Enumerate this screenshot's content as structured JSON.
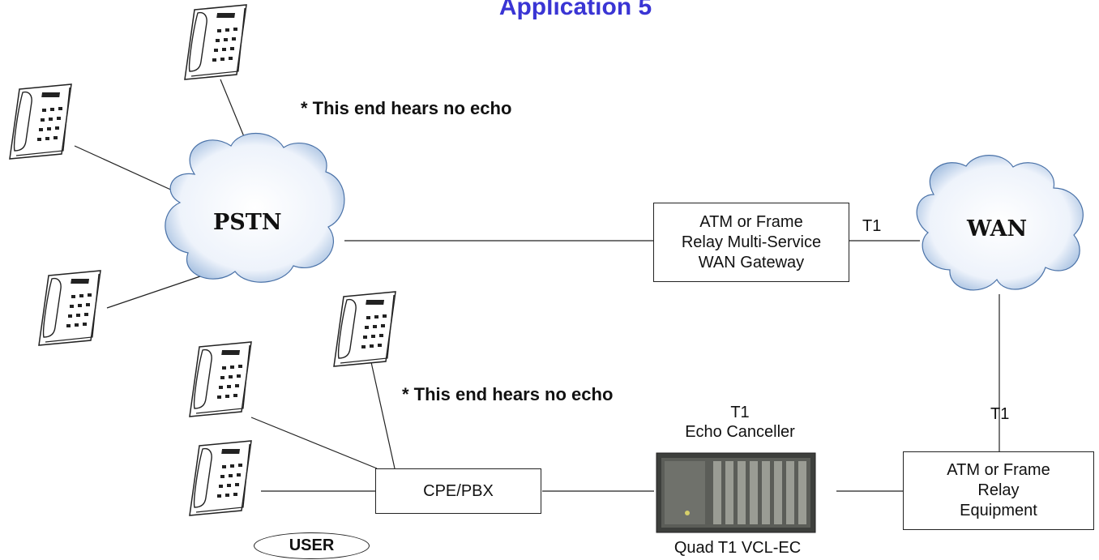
{
  "title": "Application 5",
  "notes": {
    "top": "*  This end hears no echo",
    "bottom": "*  This end hears no echo"
  },
  "clouds": {
    "pstn": "PSTN",
    "wan": "WAN"
  },
  "boxes": {
    "gateway": [
      "ATM  or Frame",
      "Relay Multi-Service",
      "WAN Gateway"
    ],
    "relay_equipment": [
      "ATM  or Frame",
      "Relay",
      "Equipment"
    ],
    "cpe": "CPE/PBX"
  },
  "labels": {
    "t1_gateway_wan": "T1",
    "t1_wan_down": "T1",
    "echo_canceller_line1": "T1",
    "echo_canceller_line2": "Echo Canceller",
    "device_name": "Quad T1 VCL-EC",
    "user": "USER"
  },
  "icons": {
    "phone": "telephone-icon",
    "cloud": "cloud-icon",
    "device": "echo-canceller-rack"
  }
}
